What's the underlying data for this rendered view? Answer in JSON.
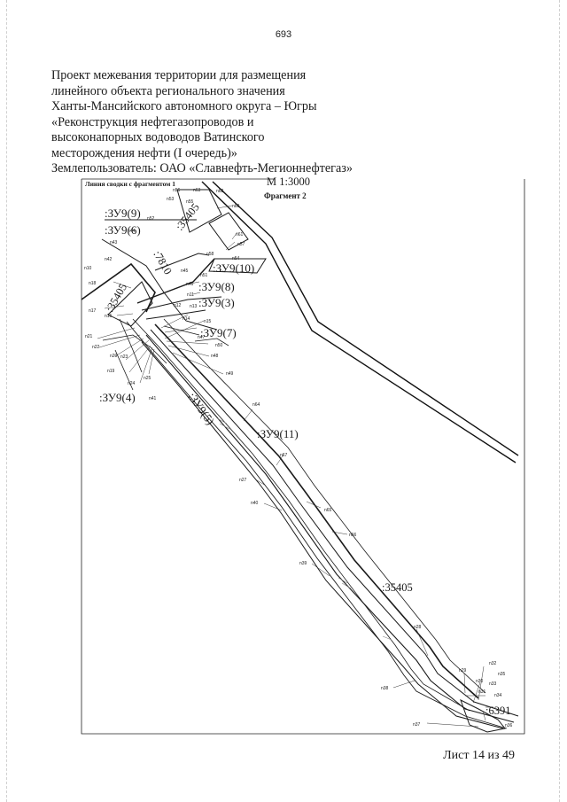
{
  "page_number": "693",
  "title_lines": [
    "Проект межевания территории для размещения",
    "линейного объекта регионального значения",
    "Ханты-Мансийского автономного округа – Югры",
    "«Реконструкция нефтегазопроводов и",
    "высоконапорных водоводов Ватинского",
    "месторождения нефти (I очередь)»"
  ],
  "land_user": "Землепользователь: ОАО «Славнефть-Мегионнефтегаз»",
  "map": {
    "junction_label": "Линия сводки с фрагментом 1",
    "scale": "М 1:3000",
    "fragment": "Фрагмент 2",
    "plots": [
      ":ЗУ9(9)",
      ":ЗУ9(6)",
      ":ЗУ9(10)",
      ":ЗУ9(8)",
      ":ЗУ9(3)",
      ":ЗУ9(7)",
      ":ЗУ9(4)",
      ":ЗУ9(5)",
      ":ЗУ9(11)"
    ],
    "cadastral": [
      ":35405",
      ":7810",
      ":35405",
      ":35405",
      ":6391"
    ],
    "points": [
      "n56",
      "n53",
      "n55",
      "n63",
      "n62",
      "n60",
      "n52",
      "n61",
      "n57",
      "n58",
      "n54",
      "n43",
      "n44",
      "n42",
      "n10",
      "n45",
      "n18",
      "n51",
      "n46",
      "n11",
      "n17",
      "n12",
      "n13",
      "n16",
      "n14",
      "n15",
      "n21",
      "n47",
      "n22",
      "n50",
      "n20",
      "n23",
      "n48",
      "n19",
      "n49",
      "n25",
      "n24",
      "n41",
      "n64",
      "n67",
      "n27",
      "n65",
      "n40",
      "n66",
      "n39",
      "n28",
      "n29",
      "n32",
      "n30",
      "n35",
      "n38",
      "n31",
      "n33",
      "n34",
      "n37",
      "n36"
    ]
  },
  "sheet_label": "Лист 14 из 49"
}
